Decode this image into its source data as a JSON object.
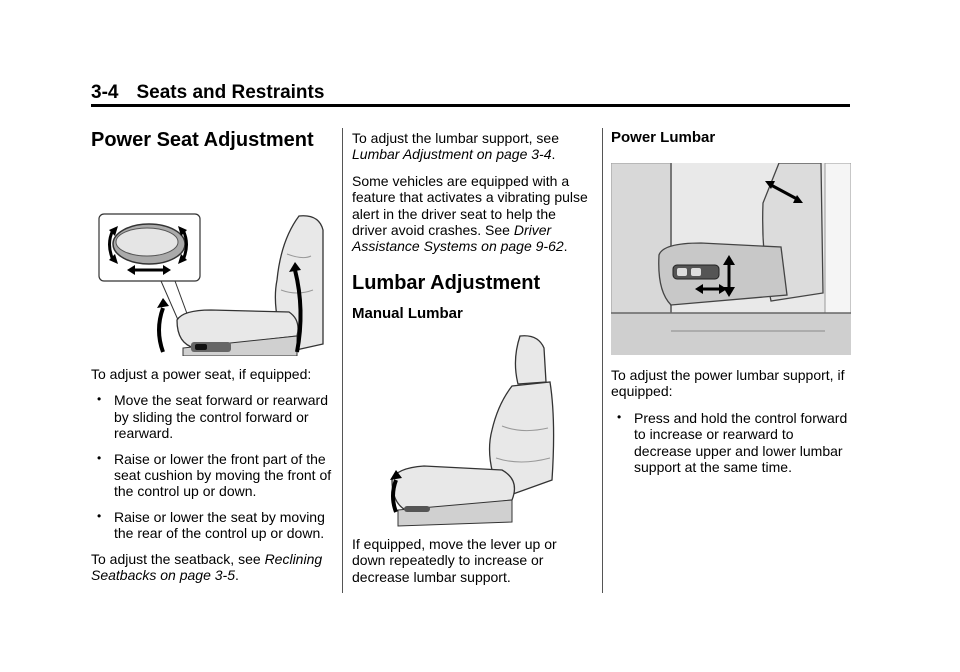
{
  "header": {
    "page_number": "3-4",
    "section_title": "Seats and Restraints"
  },
  "col1": {
    "heading": "Power Seat Adjustment",
    "intro": "To adjust a power seat, if equipped:",
    "bullets": [
      "Move the seat forward or rearward by sliding the control forward or rearward.",
      "Raise or lower the front part of the seat cushion by moving the front of the control up or down.",
      "Raise or lower the seat by moving the rear of the control up or down."
    ],
    "seatback_text": "To adjust the seatback, see",
    "seatback_link": "Reclining Seatbacks on page 3-5",
    "seatback_end": "."
  },
  "col2": {
    "lumbar_text": "To adjust the lumbar support, see",
    "lumbar_link": "Lumbar Adjustment on page 3-4",
    "lumbar_end": ".",
    "vibrate_text": "Some vehicles are equipped with a feature that activates a vibrating pulse alert in the driver seat to help the driver avoid crashes. See",
    "vibrate_link": "Driver Assistance Systems on page 9-62",
    "vibrate_end": ".",
    "heading": "Lumbar Adjustment",
    "subheading": "Manual Lumbar",
    "manual_text": "If equipped, move the lever up or down repeatedly to increase or decrease lumbar support."
  },
  "col3": {
    "subheading": "Power Lumbar",
    "intro": "To adjust the power lumbar support, if equipped:",
    "bullets": [
      "Press and hold the control forward to increase or rearward to decrease upper and lower lumbar support at the same time."
    ]
  }
}
